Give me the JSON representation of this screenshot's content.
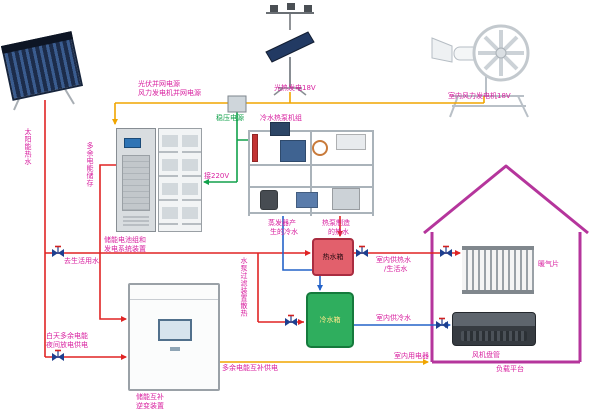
{
  "colors": {
    "hot": "#e02424",
    "cold": "#2463c9",
    "power": "#f0a500",
    "ground": "#12a14b",
    "label": "#d81f9f",
    "house": "#b5359c",
    "valve": "#1d3f8f"
  },
  "top": {
    "pv_grid": "光伏并网电源",
    "wind_grid": "风力发电机并网电源",
    "regulator": "稳压电源",
    "pv_gen": "光热发电18V",
    "wind_gen": "室内风力发电机18V"
  },
  "left": {
    "solar_hot": "太阳能热水",
    "surplus_store": "多余电能储存",
    "battery1": "储能电池组和",
    "battery2": "发电系统装置",
    "ac220": "接220V",
    "to_domestic": "去生活用水",
    "day1": "白天多余电能",
    "day2": "夜间放电供电",
    "inv1": "储能互补",
    "inv2": "逆变装置"
  },
  "center": {
    "hp_unit": "冷水热泵机组",
    "evap1": "蒸发器产",
    "evap2": "生的冷水",
    "hp1": "热泵制造",
    "hp2": "的热水",
    "hot_tank": "热水箱",
    "cold_tank": "冷水箱",
    "filter": "水泵过滤装置散热",
    "surplus_supply": "多余电能互补供电"
  },
  "house": {
    "indoor_hot1": "室内供热水",
    "indoor_hot2": "/生活水",
    "indoor_cold": "室内供冷水",
    "appliance": "室内用电器",
    "radiator": "暖气片",
    "fan_coil": "风机盘管",
    "load": "负载平台"
  }
}
